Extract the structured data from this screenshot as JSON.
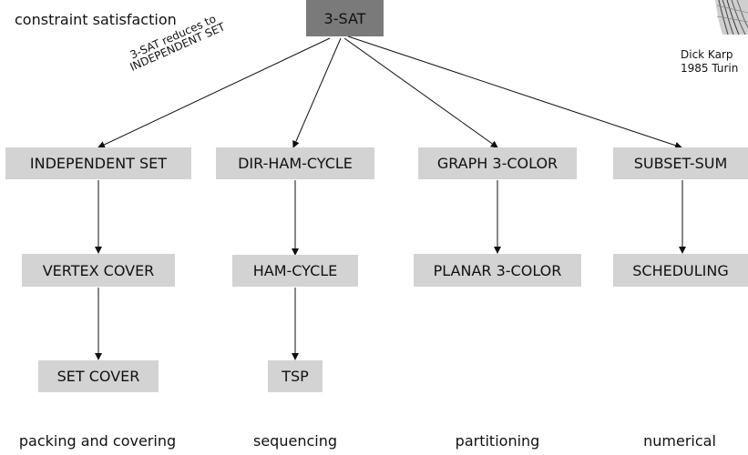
{
  "header": {
    "category_label": "constraint satisfaction",
    "credit_name": "Dick Karp",
    "credit_line": "1985 Turin"
  },
  "edge_label": {
    "line1": "3-SAT reduces to",
    "line2": "INDEPENDENT SET"
  },
  "nodes": {
    "root": "3-SAT",
    "independent_set": "INDEPENDENT SET",
    "dir_ham_cycle": "DIR-HAM-CYCLE",
    "graph_3_color": "GRAPH 3-COLOR",
    "subset_sum": "SUBSET-SUM",
    "vertex_cover": "VERTEX COVER",
    "ham_cycle": "HAM-CYCLE",
    "planar_3_color": "PLANAR 3-COLOR",
    "scheduling": "SCHEDULING",
    "set_cover": "SET COVER",
    "tsp": "TSP"
  },
  "categories": {
    "packing": "packing and covering",
    "sequencing": "sequencing",
    "partitioning": "partitioning",
    "numerical": "numerical"
  },
  "colors": {
    "root_fill": "#7a7a7a",
    "node_fill": "#d3d3d3",
    "edge": "#111111"
  }
}
